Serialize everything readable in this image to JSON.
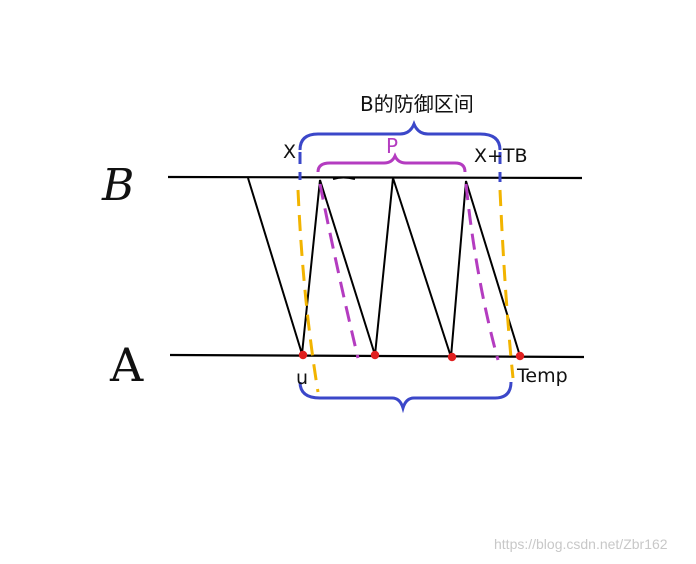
{
  "title": "B的防御区间",
  "lines": {
    "top": "B",
    "bottom": "A"
  },
  "labels": {
    "x": "X",
    "x_tb": "X+TB",
    "p": "P",
    "u": "u",
    "temp": "Temp"
  },
  "watermark": "https://blog.csdn.net/Zbr162",
  "colors": {
    "stroke": "#000000",
    "brace": "#3b47c9",
    "dashed_yellow": "#f2b400",
    "dashed_purple": "#b43cc0",
    "point": "#e02020"
  }
}
